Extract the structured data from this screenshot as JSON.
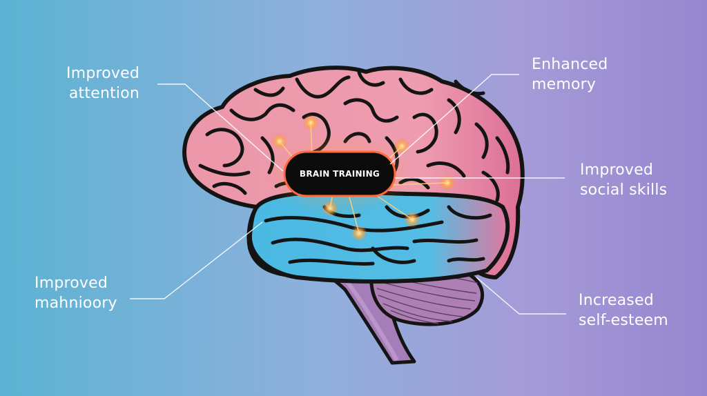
{
  "center": {
    "text": "BRAIN TRAINING"
  },
  "benefits": [
    {
      "line1": "Improved",
      "line2": "attention"
    },
    {
      "line1": "Enhanced",
      "line2": "memory"
    },
    {
      "line1": "Improved",
      "line2": "social skills"
    },
    {
      "line1": "Improved",
      "line2": "mahnioory"
    },
    {
      "line1": "Increased",
      "line2": "self-esteem"
    }
  ],
  "colors": {
    "cerebrum": "#ee9aad",
    "temporal_lobe": "#4cbde4",
    "cerebellum": "#ad7fb2",
    "brainstem": "#a57db8",
    "outline": "#141414",
    "glow": "#ff9a3c",
    "leader_lines": "#ffffff"
  }
}
